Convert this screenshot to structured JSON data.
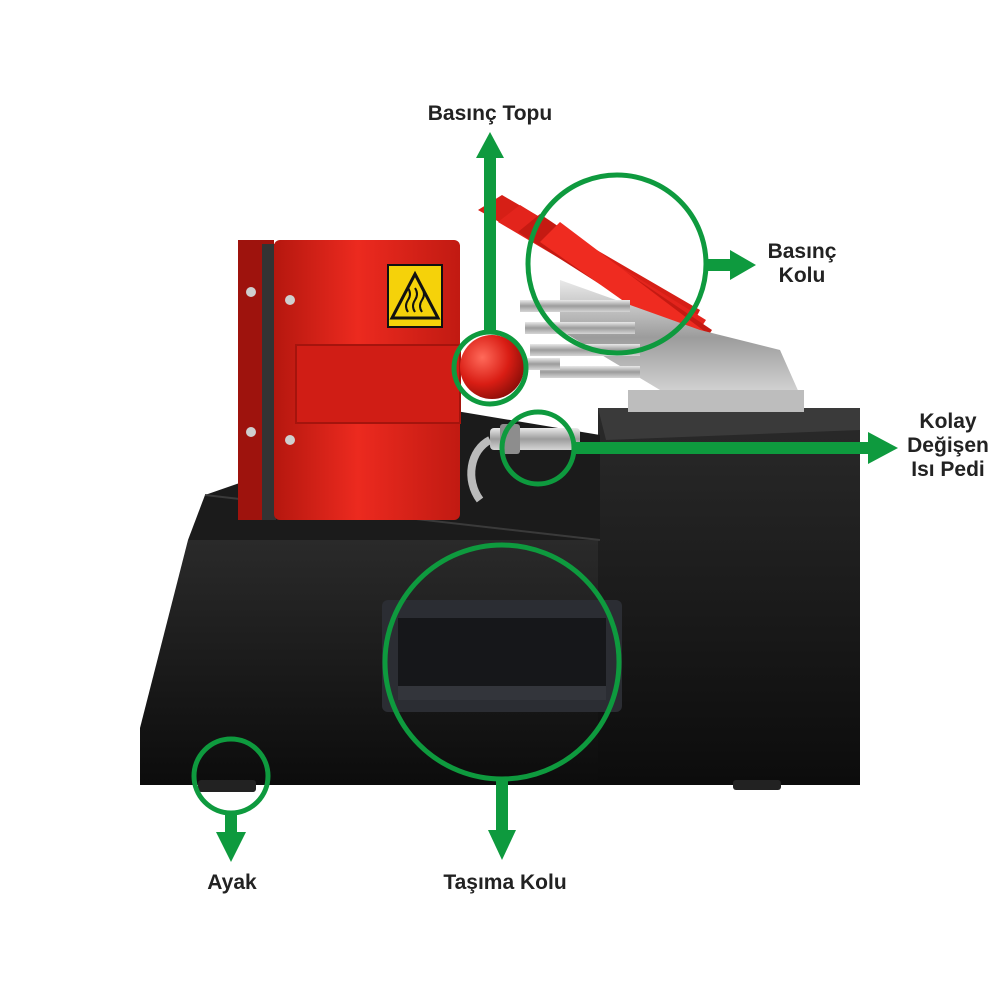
{
  "labels": {
    "pressure_ball": "Basınç Topu",
    "pressure_lever_line1": "Basınç",
    "pressure_lever_line2": "Kolu",
    "heat_pad_line1": "Kolay",
    "heat_pad_line2": "Değişen",
    "heat_pad_line3": "Isı Pedi",
    "foot": "Ayak",
    "carry_handle": "Taşıma Kolu"
  },
  "colors": {
    "callout_green": "#0e9a3e",
    "machine_black": "#121212",
    "heater_red": "#e3241c",
    "warning_yellow": "#f5d20a",
    "label_text": "#222222"
  },
  "icons": {
    "warning_sticker": "hot-surface-warning-icon"
  }
}
